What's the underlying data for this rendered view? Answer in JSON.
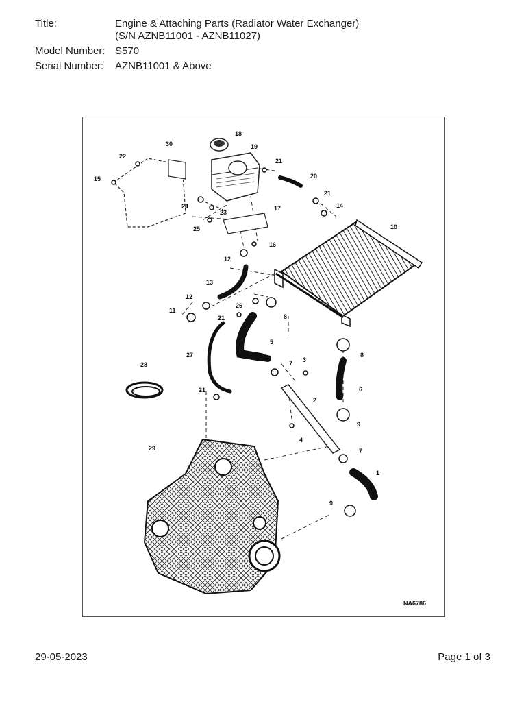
{
  "header": {
    "title_label": "Title:",
    "title_line1": "Engine & Attaching Parts (Radiator Water Exchanger)",
    "title_line2": "(S/N AZNB11001 - AZNB11027)",
    "model_label": "Model Number:",
    "model_value": "S570",
    "serial_label": "Serial Number:",
    "serial_value": "AZNB11001 & Above"
  },
  "diagram": {
    "figure_code": "NA6786",
    "callouts": [
      "1",
      "2",
      "3",
      "4",
      "5",
      "6",
      "7",
      "7",
      "8",
      "8",
      "9",
      "9",
      "10",
      "11",
      "12",
      "12",
      "13",
      "14",
      "15",
      "16",
      "17",
      "18",
      "19",
      "20",
      "21",
      "21",
      "21",
      "21",
      "22",
      "23",
      "24",
      "25",
      "26",
      "27",
      "28",
      "29",
      "30"
    ]
  },
  "footer": {
    "date": "29-05-2023",
    "page": "Page 1 of 3"
  }
}
